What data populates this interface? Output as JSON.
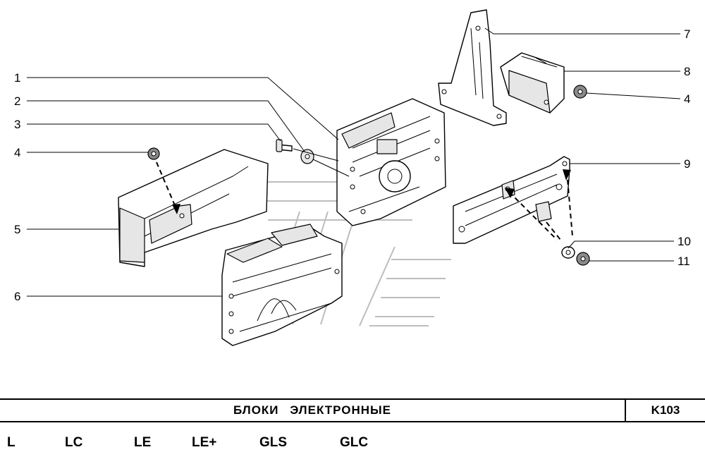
{
  "diagram": {
    "callouts": [
      {
        "id": "1",
        "label": "1"
      },
      {
        "id": "2",
        "label": "2"
      },
      {
        "id": "3",
        "label": "3"
      },
      {
        "id": "4a",
        "label": "4"
      },
      {
        "id": "5",
        "label": "5"
      },
      {
        "id": "6",
        "label": "6"
      },
      {
        "id": "7",
        "label": "7"
      },
      {
        "id": "8",
        "label": "8"
      },
      {
        "id": "4b",
        "label": "4"
      },
      {
        "id": "9",
        "label": "9"
      },
      {
        "id": "10",
        "label": "10"
      },
      {
        "id": "11",
        "label": "11"
      }
    ]
  },
  "footer": {
    "title": "БЛОКИ ЭЛЕКТРОННЫЕ",
    "code": "K103",
    "variants": [
      "L",
      "LC",
      "LE",
      "LE+",
      "GLS",
      "GLC"
    ]
  }
}
